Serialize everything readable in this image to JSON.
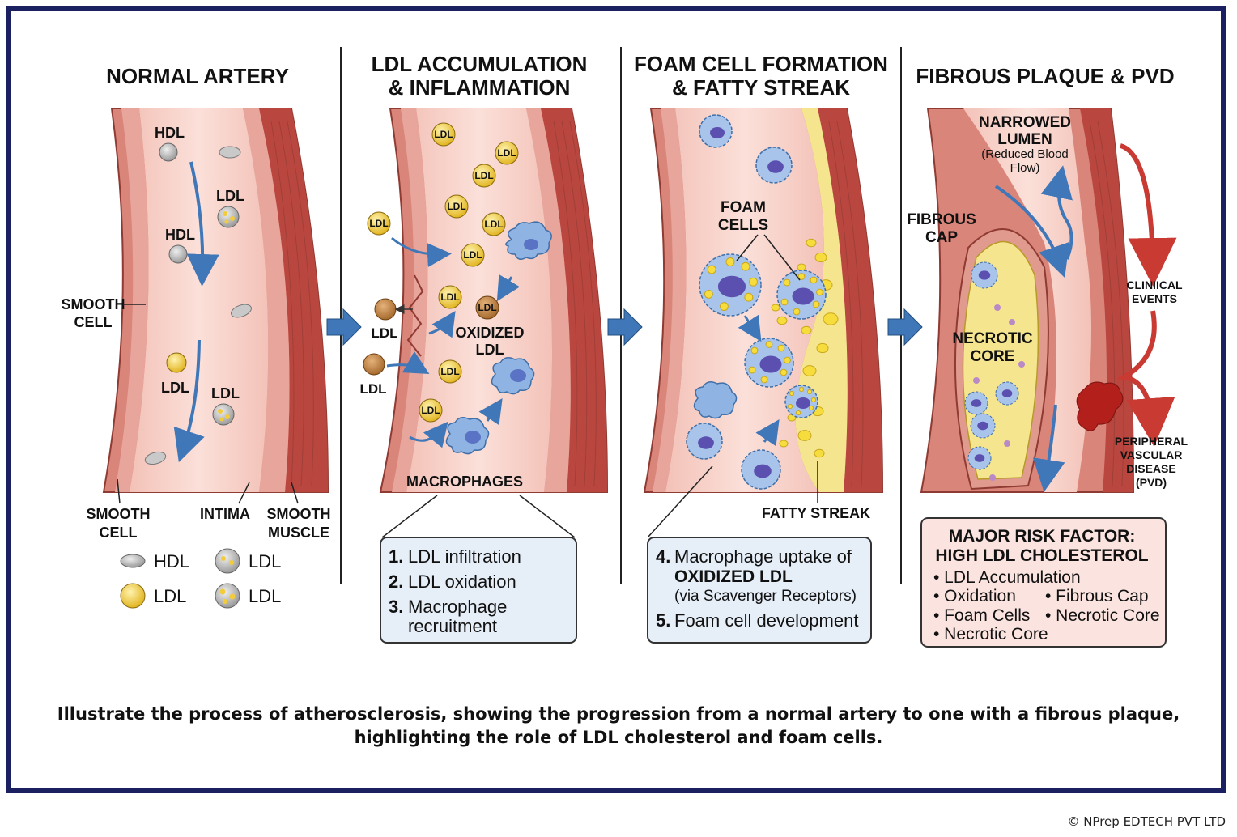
{
  "panels": [
    {
      "title_lines": [
        "NORMAL ARTERY"
      ]
    },
    {
      "title_lines": [
        "LDL ACCUMULATION",
        "& INFLAMMATION"
      ]
    },
    {
      "title_lines": [
        "FOAM CELL FORMATION",
        "& FATTY STREAK"
      ]
    },
    {
      "title_lines": [
        "FIBROUS PLAQUE & PVD"
      ]
    }
  ],
  "panel1": {
    "smooth_cell_left": [
      "SMOOTH",
      "CELL"
    ],
    "smooth_cell_bottom": [
      "SMOOTH",
      "CELL"
    ],
    "intima": "INTIMA",
    "smooth_muscle": [
      "SMOOTH",
      "MUSCLE"
    ],
    "hdl_1": "HDL",
    "hdl_2": "HDL",
    "ldl_1": "LDL",
    "ldl_2": "LDL",
    "ldl_3": "LDL"
  },
  "legend": [
    {
      "label": "HDL",
      "kind": "hdl"
    },
    {
      "label": "LDL",
      "kind": "ldl-dotted"
    },
    {
      "label": "LDL",
      "kind": "ldl"
    },
    {
      "label": "LDL",
      "kind": "ldl-oxidized"
    }
  ],
  "panel2": {
    "particle_tag": "LDL",
    "left_ldl_1": "LDL",
    "left_ldl_2": "LDL",
    "oxidized": [
      "OXIDIZED",
      "LDL"
    ],
    "macrophages": "MACROPHAGES",
    "steps": [
      {
        "num": "1.",
        "text": [
          "LDL infiltration"
        ]
      },
      {
        "num": "2.",
        "text": [
          "LDL oxidation"
        ]
      },
      {
        "num": "3.",
        "text": [
          "Macrophage",
          "recruitment"
        ]
      }
    ]
  },
  "panel3": {
    "foam_cells": [
      "FOAM",
      "CELLS"
    ],
    "fatty_streak": "FATTY STREAK",
    "steps": {
      "num4": "4.",
      "line1": "Macrophage uptake of",
      "line2": "OXIDIZED LDL",
      "line3": "(via Scavenger Receptors)",
      "num5": "5.",
      "line5": "Foam cell development"
    }
  },
  "panel4": {
    "narrowed": [
      "NARROWED",
      "LUMEN"
    ],
    "reduced": [
      "(Reduced Blood",
      "Flow)"
    ],
    "fibrous_cap": [
      "FIBROUS",
      "CAP"
    ],
    "necrotic_core": [
      "NECROTIC",
      "CORE"
    ],
    "clinical_events": [
      "CLINIICAL",
      "EVENTS"
    ],
    "pvd": [
      "PERIPHERAL",
      "VASCULAR",
      "DISEASE",
      "(PVD)"
    ],
    "risk_title": [
      "MAJOR RISK FACTOR:",
      "HIGH LDL CHOLESTEROL"
    ],
    "risk_items": [
      "• LDL Accumulation",
      "• Oxidation",
      "• Fibrous Cap",
      "• Foam Cells",
      "• Necrotic Core",
      "• Necrotic Core"
    ]
  },
  "caption": "Illustrate the process of atherosclerosis, showing the progression from a normal artery to one with a fibrous plaque, highlighting the role of LDL cholesterol and foam cells.",
  "copyright": "© NPrep EDTECH PVT LTD",
  "colors": {
    "frame": "#1b2160",
    "lumen": "#f6cfc6",
    "wall": "#d9857a",
    "muscle": "#b9473f",
    "ldl": "#f2cc3a",
    "hdl": "#b9b9b9",
    "macrophage": "#8fb4e3",
    "arrow": "#3f77b8",
    "plaque": "#f4e58e",
    "alert": "#c93a33"
  }
}
